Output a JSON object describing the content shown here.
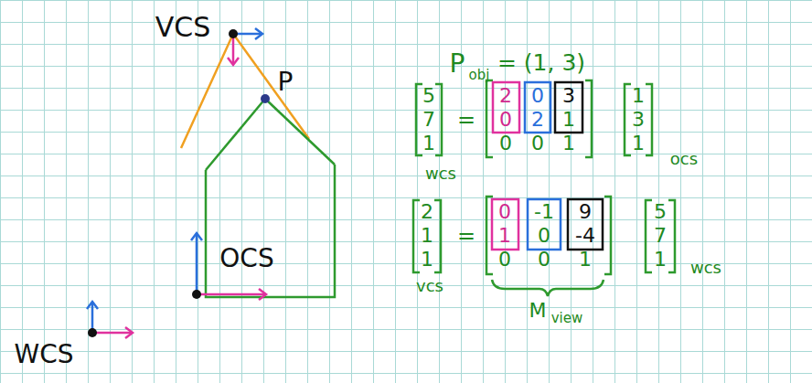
{
  "diagram": {
    "labels": [
      "VCS",
      "P",
      "OCS",
      "WCS",
      "P",
      "obj",
      "= (1, 3)",
      "5",
      "7",
      "1",
      "wcs",
      "=",
      "2",
      "0",
      "3",
      "0",
      "2",
      "1",
      "0",
      "0",
      "1",
      "1",
      "3",
      "1",
      "ocs",
      "2",
      "1",
      "1",
      "vcs",
      "=",
      "0",
      "-1",
      "9",
      "1",
      "0",
      "-4",
      "0",
      "0",
      "1",
      "5",
      "7",
      "1",
      "wcs",
      "M",
      "view"
    ]
  }
}
